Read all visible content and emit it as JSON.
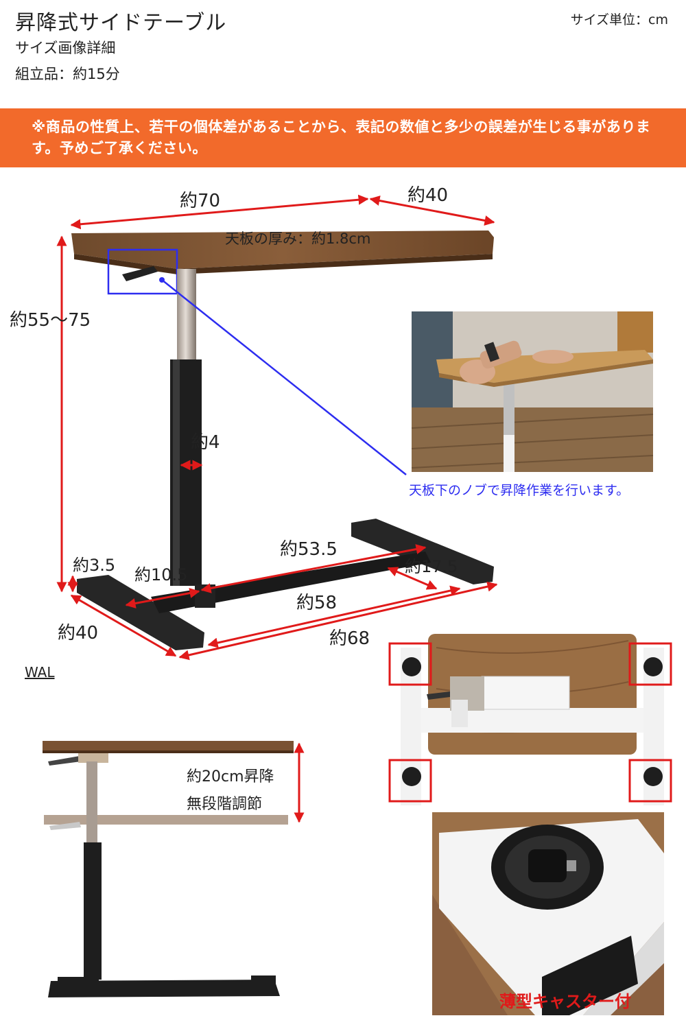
{
  "header": {
    "title": "昇降式サイドテーブル",
    "subtitle": "サイズ画像詳細",
    "assembly": "組立品：約15分",
    "unit": "サイズ単位：cm"
  },
  "notice": "※商品の性質上、若干の個体差があることから、表記の数値と多少の誤差が生じる事があります。予めご了承ください。",
  "dimensions": {
    "width": "約70",
    "depth": "約40",
    "thickness": "天板の厚み：約1.8cm",
    "height": "約55〜75",
    "pole": "約4",
    "base_height": "約3.5",
    "foot_front": "約10.5",
    "bar": "約53.5",
    "foot_back": "約17.5",
    "base_inner": "約58",
    "base_depth": "約40",
    "base_total": "約68"
  },
  "photo_caption": "天板下のノブで昇降作業を行います。",
  "color_name": "WAL",
  "lift": {
    "line1": "約20cm昇降",
    "line2": "無段階調節"
  },
  "caster_label": "薄型キャスター付",
  "colors": {
    "banner": "#f26a2b",
    "arrow_red": "#e01a1a",
    "highlight_blue": "#2d2df0",
    "table_top": "#7a5232"
  }
}
